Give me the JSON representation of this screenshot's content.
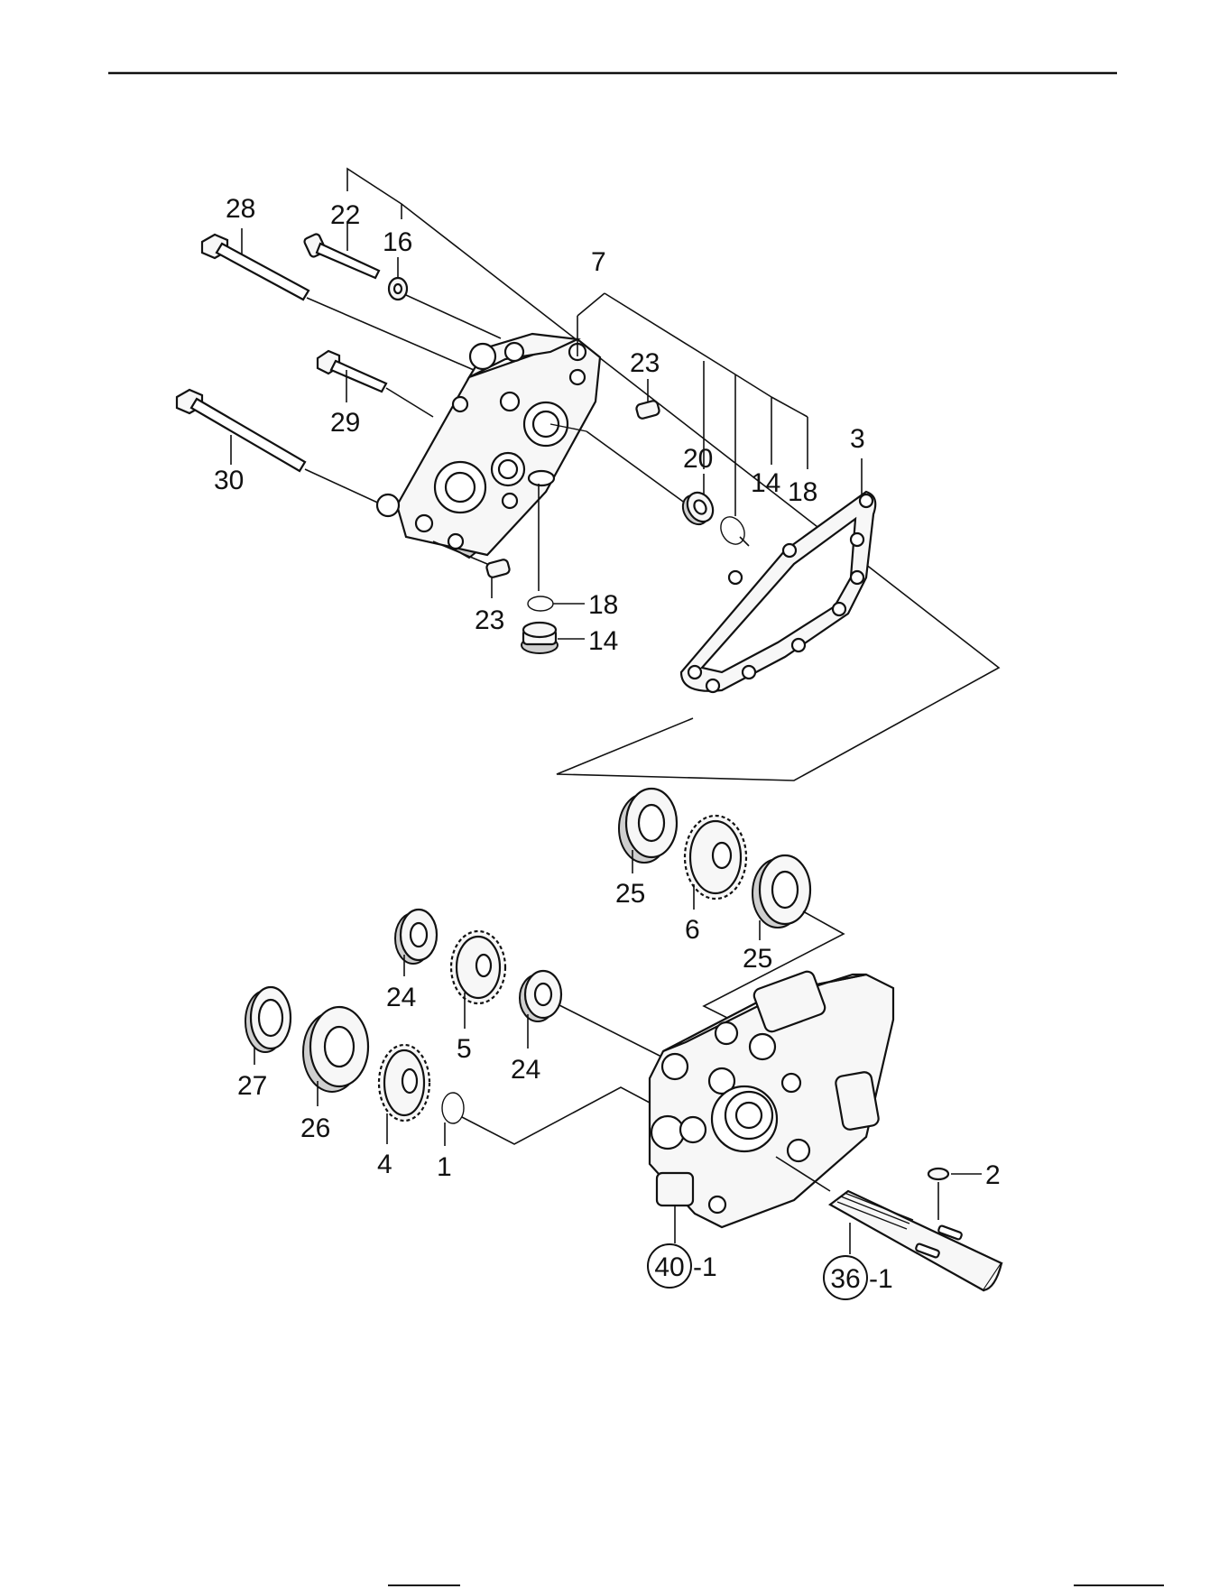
{
  "diagram": {
    "callouts": {
      "p28": "28",
      "p22": "22",
      "p16": "16",
      "p7": "7",
      "p23a": "23",
      "p29": "29",
      "p30": "30",
      "p20": "20",
      "p14a": "14",
      "p18a": "18",
      "p3": "3",
      "p23b": "23",
      "p18b": "18",
      "p14b": "14",
      "p25a": "25",
      "p6": "6",
      "p25b": "25",
      "p24a": "24",
      "p5": "5",
      "p24b": "24",
      "p27": "27",
      "p26": "26",
      "p4": "4",
      "p1": "1",
      "p2": "2",
      "p40": "40",
      "p40suffix": "-1",
      "p36": "36",
      "p36suffix": "-1"
    }
  }
}
